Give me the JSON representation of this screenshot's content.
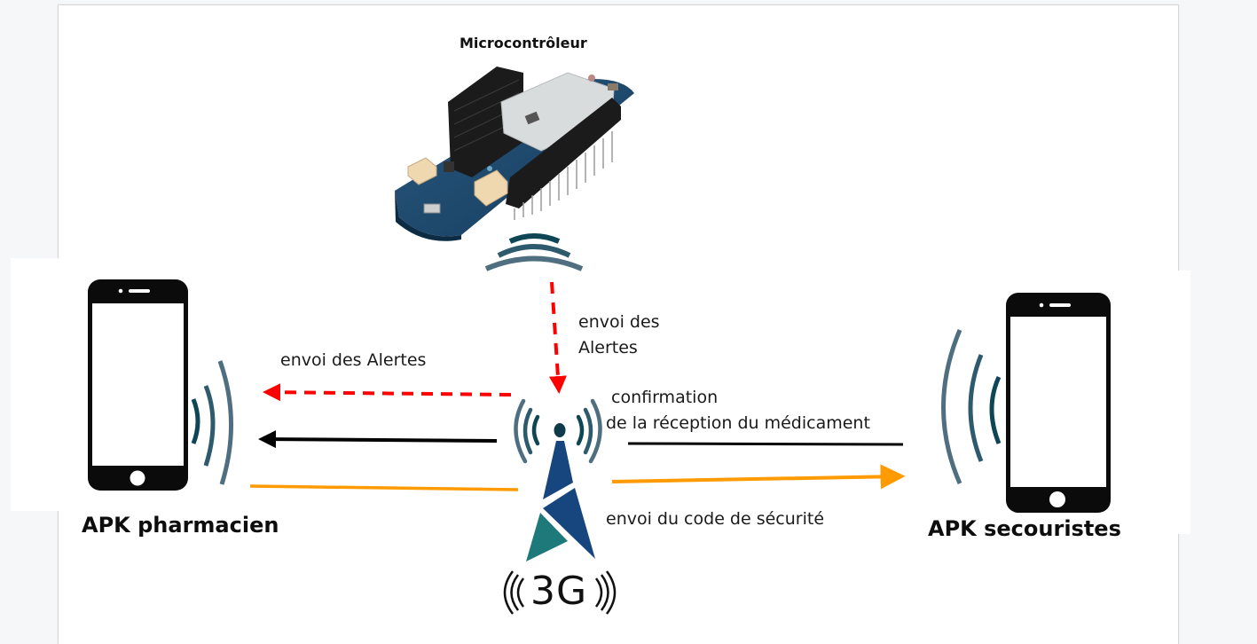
{
  "diagram": {
    "microcontroller": {
      "label": "Microcontrôleur",
      "icon": "arduino-board-icon"
    },
    "left_device": {
      "label": "APK pharmacien",
      "icon": "smartphone-icon"
    },
    "right_device": {
      "label": "APK secouristes",
      "icon": "smartphone-icon"
    },
    "center_node": {
      "label": "3G",
      "icon": "cell-tower-icon"
    },
    "arrows": [
      {
        "id": "mcu-to-tower",
        "label": "envoi des Alertes",
        "label_lines": [
          "envoi des",
          "Alertes"
        ],
        "style": "dashed",
        "color": "#ff0000",
        "from": "Microcontrôleur",
        "to": "3G"
      },
      {
        "id": "tower-to-pharmacien-alert",
        "label": "envoi des Alertes",
        "style": "dashed",
        "color": "#ff0000",
        "from": "3G",
        "to": "APK pharmacien"
      },
      {
        "id": "secouristes-to-pharmacien-confirm",
        "label": "confirmation de la réception du médicament",
        "label_lines": [
          "confirmation",
          "de la réception du médicament"
        ],
        "style": "solid",
        "color": "#000000",
        "from": "APK secouristes",
        "to": "APK pharmacien"
      },
      {
        "id": "pharmacien-to-secouristes-code",
        "label": "envoi du code de sécurité",
        "style": "solid",
        "color": "#ff9a00",
        "from": "APK pharmacien",
        "to": "APK secouristes"
      }
    ],
    "colors": {
      "red_arrow": "#ff0000",
      "black_arrow": "#000000",
      "orange_arrow": "#ff9a00",
      "wave_dark": "#0f4656",
      "wave_light": "#4f6f80",
      "tower_blue": "#17467f",
      "tower_teal": "#1e7a7a",
      "page_bg": "#f6f7f9"
    }
  }
}
